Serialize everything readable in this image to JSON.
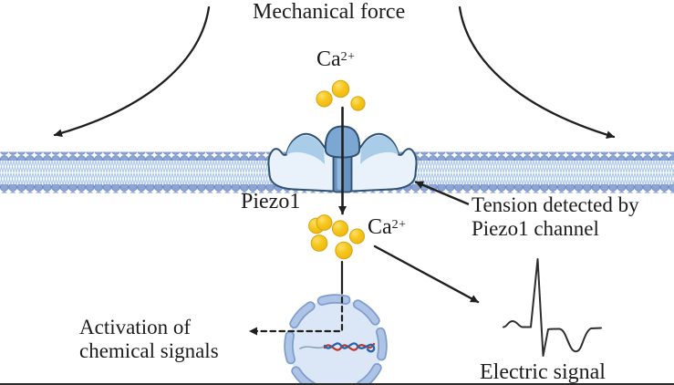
{
  "figure": {
    "description": "Piezo1 mechanotransduction pathway diagram",
    "labels": {
      "mechanical_force": "Mechanical force",
      "ca_base": "Ca",
      "ca_sup": "2+",
      "piezo1": "Piezo1",
      "tension_line1": "Tension detected by",
      "tension_line2": "Piezo1 channel",
      "activation_line1": "Activation of",
      "activation_line2": "chemical signals",
      "electric_signal": "Electric signal"
    },
    "counts": {
      "calcium_ions_above_membrane": 3,
      "calcium_ions_below_membrane": 6,
      "curved_force_arrows": 2
    },
    "colors": {
      "background": "#ffffff",
      "text": "#1c1c1c",
      "arrow": "#1f1f1f",
      "waveform": "#2e2e2e",
      "membrane_head": "#8ba6d6",
      "membrane_head_edge": "#7189c1",
      "membrane_tail": "#abc6e8",
      "channel_body": "#e9f1fa",
      "channel_accent": "#a9cce9",
      "channel_cap": "#7ca7d2",
      "channel_pore": "#6691c0",
      "channel_pore_highlight": "#95b7da",
      "channel_outline": "#2f5272",
      "ion_fill": "#f6c71d",
      "ion_edge": "#d8a413",
      "nucleus_fill": "#dbe7f6",
      "nucleus_ring": "#aec4e6",
      "nucleus_ring_dark": "#7f9dcc",
      "dna_red": "#bf382c",
      "dna_blue": "#2c62a8"
    }
  }
}
